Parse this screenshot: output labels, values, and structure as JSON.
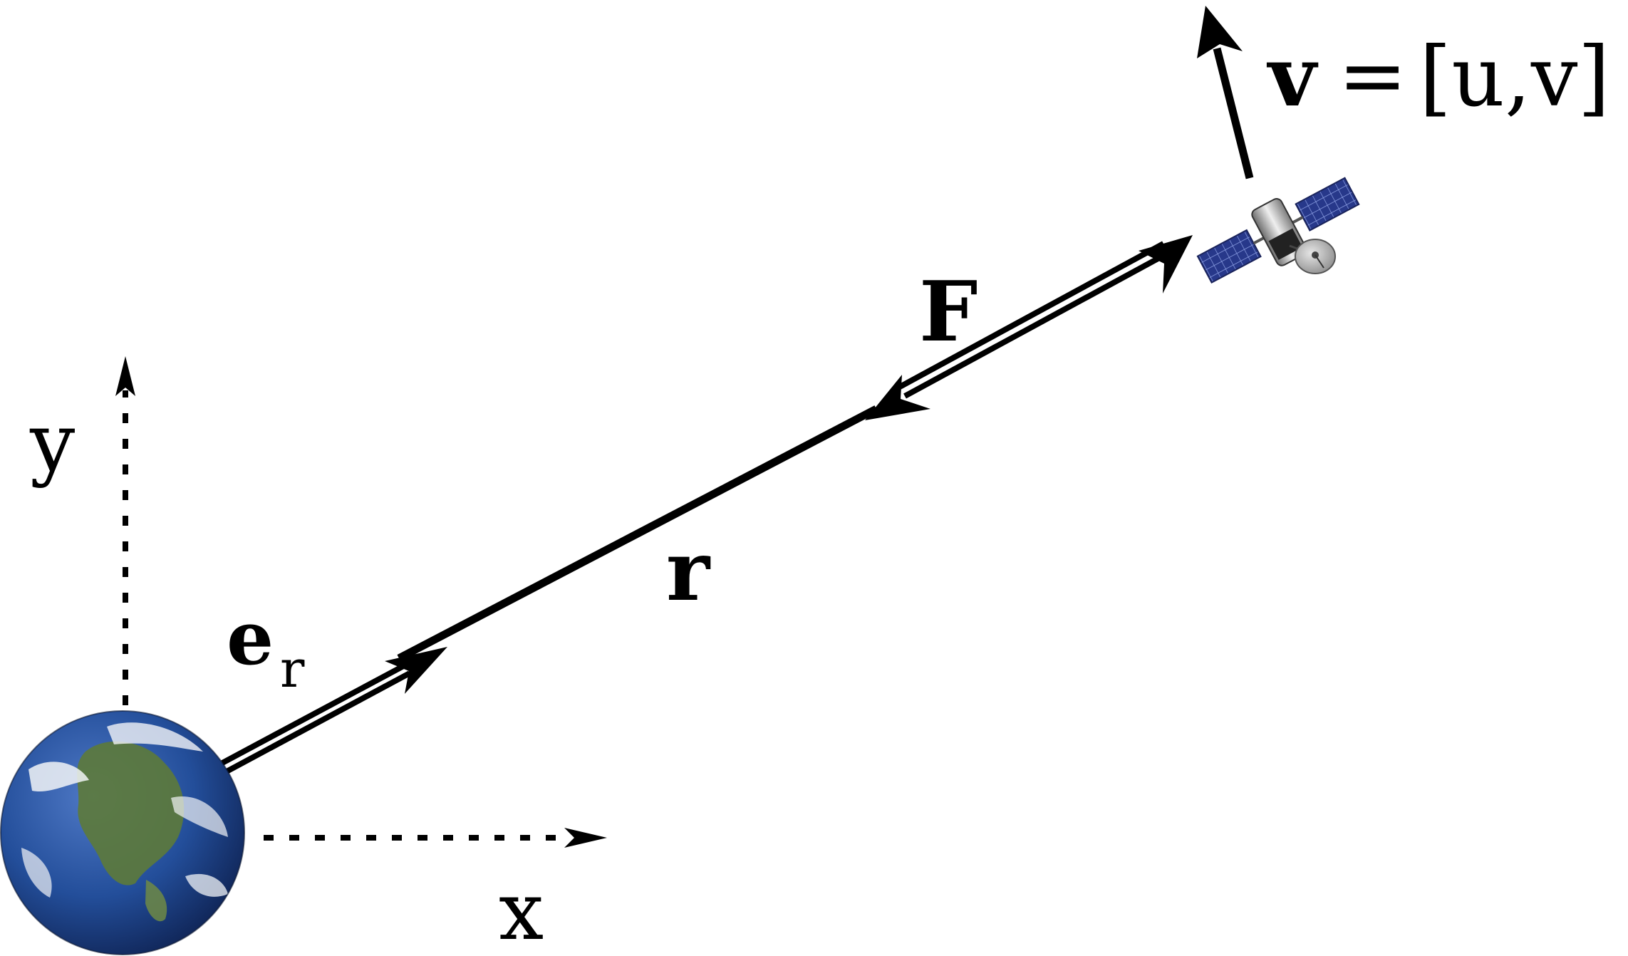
{
  "labels": {
    "x_axis": "x",
    "y_axis": "y",
    "unit_vector_base": "e",
    "unit_vector_sub": "r",
    "position": "r",
    "force": "F",
    "velocity_symbol": "v",
    "velocity_equals": "=",
    "velocity_components": "[u,v]"
  },
  "colors": {
    "ink": "#000000",
    "ocean": "#1f3f7a",
    "land": "#5d7a3a",
    "cloud": "#f2f4f7",
    "panel": "#2a3c8f",
    "panel_grid": "#8fa2e6",
    "metal": "#b9b9b9"
  },
  "icons": {
    "earth": "earth-globe-icon",
    "satellite": "satellite-icon"
  }
}
